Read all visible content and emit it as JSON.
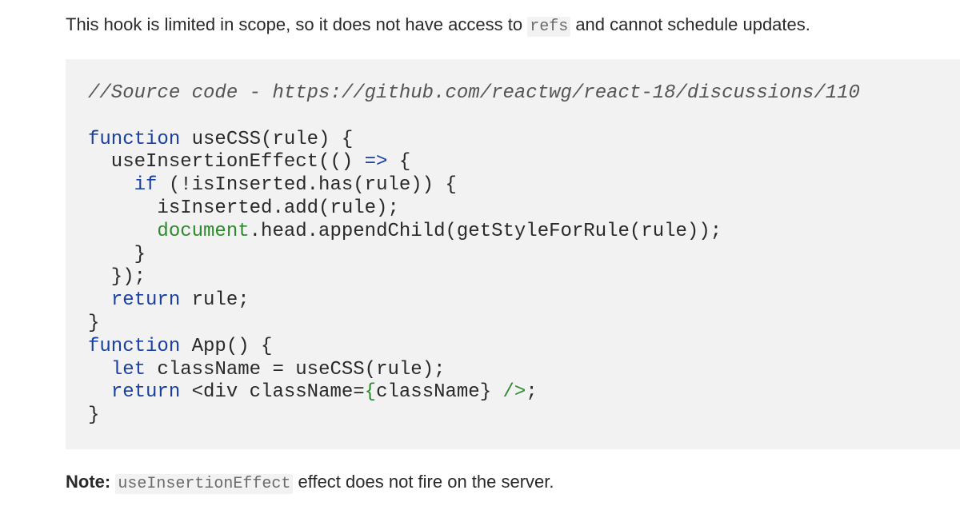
{
  "intro": {
    "before": "This hook is limited in scope, so it does not have access to ",
    "code": "refs",
    "after": " and cannot schedule updates."
  },
  "code": {
    "comment": "//Source code - https://github.com/reactwg/react-18/discussions/110",
    "kw_function": "function",
    "kw_if": "if",
    "kw_return": "return",
    "kw_let": "let",
    "arrow": "=>",
    "fn1_name": " useCSS(rule) {",
    "line_effect": "  useInsertionEffect(() ",
    "line_effect_end": " {",
    "line_if_indent": "    ",
    "line_if_rest": " (!isInserted.has(rule)) {",
    "line_add": "      isInserted.add(rule);",
    "line_doc_indent": "      ",
    "doc": "document",
    "line_doc_rest": ".head.appendChild(getStyleForRule(rule));",
    "close_if": "    }",
    "close_effect": "  });",
    "ret_indent": "  ",
    "ret_rule_rest": " rule;",
    "close_fn": "}",
    "fn2_name": " App() {",
    "let_rest": " className = useCSS(rule);",
    "ret_jsx_a": " <div className=",
    "ret_jsx_b": "{",
    "ret_jsx_c": "className",
    "ret_jsx_d": "}",
    "ret_jsx_e": " />",
    "ret_jsx_f": ";"
  },
  "note": {
    "label": "Note:",
    "code": "useInsertionEffect",
    "after": " effect does not fire on the server."
  }
}
